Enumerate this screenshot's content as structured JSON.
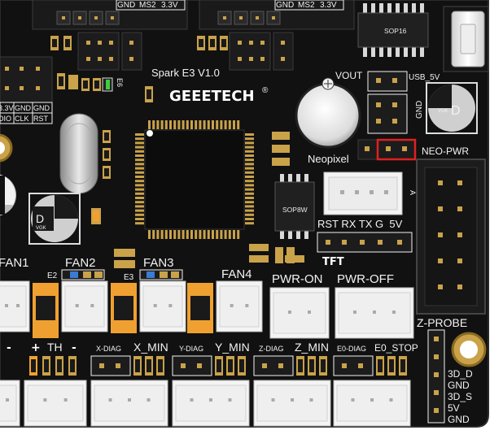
{
  "colors": {
    "pcb": "#111111",
    "pcb_edge": "#2a2a2a",
    "silkscreen": "#f2f2f2",
    "pad": "#c9a24a",
    "connector": "#f4f4f4",
    "highlight": "#e02020",
    "led_green": "#3ccf3c",
    "led_blue": "#3a7bd5",
    "mosfet_orange": "#f0a030"
  },
  "board": {
    "title": "Spark E3 V1.0",
    "brand": "GEEETECH",
    "brand_mark": "®"
  },
  "header_top": {
    "left_labels": [
      "GND",
      "MS2",
      "3.3V"
    ],
    "right_labels": [
      "GND",
      "MS2",
      "3.3V"
    ]
  },
  "chips": {
    "sop_top": "SOP16",
    "sop_mid": "SOP8W"
  },
  "labels": {
    "e6": "E6",
    "vout": "VOUT",
    "usb_5v": "USB_5V",
    "gnd_vert": "GND",
    "neopixel": "Neopixel",
    "neo_pwr": "NEO-PWR",
    "tft_pins": "RST RX TX G  5V",
    "tft": "TFT",
    "a_mark": "A",
    "left_grid_row1": [
      "3.3V",
      "GND",
      "GND"
    ],
    "left_grid_row2": [
      "DIO",
      "CLK",
      "RST"
    ],
    "fan1": "FAN1",
    "fan2": "FAN2",
    "fan3": "FAN3",
    "fan4": "FAN4",
    "e2": "E2",
    "e3": "E3",
    "pwr_on": "PWR-ON",
    "pwr_off": "PWR-OFF",
    "z_probe": "Z-PROBE",
    "th_plus": "+",
    "th": "TH",
    "th_minus": "-",
    "dash_left": "-",
    "x_diag": "X-DIAG",
    "x_min": "X_MIN",
    "y_diag": "Y-DIAG",
    "y_min": "Y_MIN",
    "z_diag": "Z-DIAG",
    "z_min": "Z_MIN",
    "e0_diag": "E0-DIAG",
    "e0_stop": "E0_STOP",
    "zp_pins": [
      "3D_D",
      "GND",
      "3D_S",
      "5V",
      "GND"
    ],
    "cap_letter": "D",
    "cap_code": "VGK"
  }
}
